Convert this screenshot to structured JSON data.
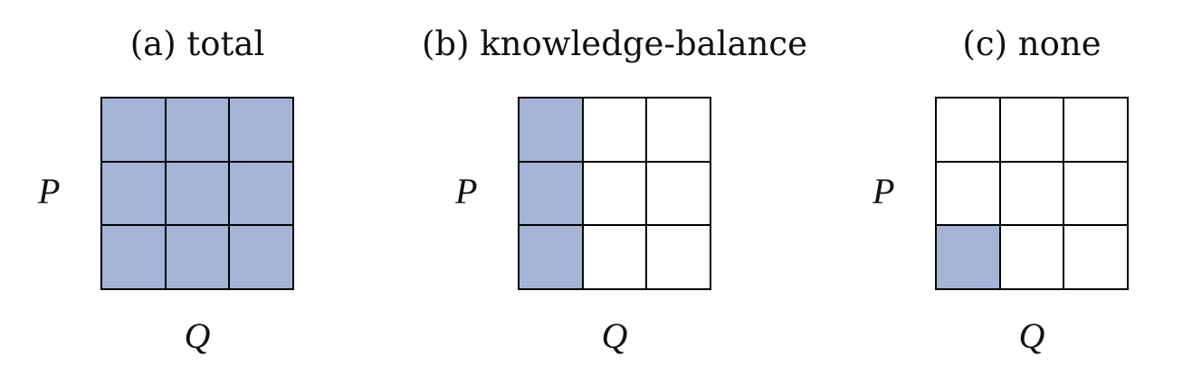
{
  "fill_color": "#a4b3d6",
  "panels": [
    {
      "title": "(a) total",
      "row_label": "P",
      "col_label": "Q",
      "cells": [
        [
          true,
          true,
          true
        ],
        [
          true,
          true,
          true
        ],
        [
          true,
          true,
          true
        ]
      ]
    },
    {
      "title": "(b) knowledge-balance",
      "row_label": "P",
      "col_label": "Q",
      "cells": [
        [
          true,
          false,
          false
        ],
        [
          true,
          false,
          false
        ],
        [
          true,
          false,
          false
        ]
      ]
    },
    {
      "title": "(c) none",
      "row_label": "P",
      "col_label": "Q",
      "cells": [
        [
          false,
          false,
          false
        ],
        [
          false,
          false,
          false
        ],
        [
          true,
          false,
          false
        ]
      ]
    }
  ]
}
